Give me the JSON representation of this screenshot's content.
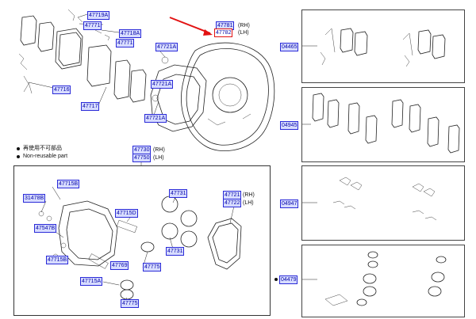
{
  "callouts": {
    "p47719a": "47719A",
    "p47771a": "47771",
    "p47718a": "47718A",
    "p47771b": "47771",
    "p47721a": "47721A",
    "p47782": "47782",
    "p47781": "47781",
    "p47716": "47716",
    "p47717": "47717",
    "p47721a2": "47721A",
    "p47721a3": "47721A",
    "p04465": "04465",
    "p04945": "04945",
    "p47730": "47730",
    "p47750": "47750",
    "p47715b": "47715B",
    "p31478b": "31478B",
    "p47547b": "47547B",
    "p47715b2": "47715B",
    "p47715d": "47715D",
    "p47731a": "47731",
    "p47731b": "47731",
    "p47775a": "47775",
    "p47769": "47769",
    "p47715a": "47715A",
    "p47775b": "47775",
    "p47721": "47721",
    "p47722": "47722",
    "p04947": "04947",
    "p04479": "04479"
  },
  "suffixes": {
    "rh": "(RH)",
    "lh": "(LH)"
  },
  "legend": {
    "line1": "再使用不可部品",
    "line2": "Non-reusable part"
  },
  "colors": {
    "callout_fill": "#d7dcff",
    "callout_border": "#2a2ad8",
    "callout_text": "#0a0aa8",
    "highlight": "#e21212"
  }
}
